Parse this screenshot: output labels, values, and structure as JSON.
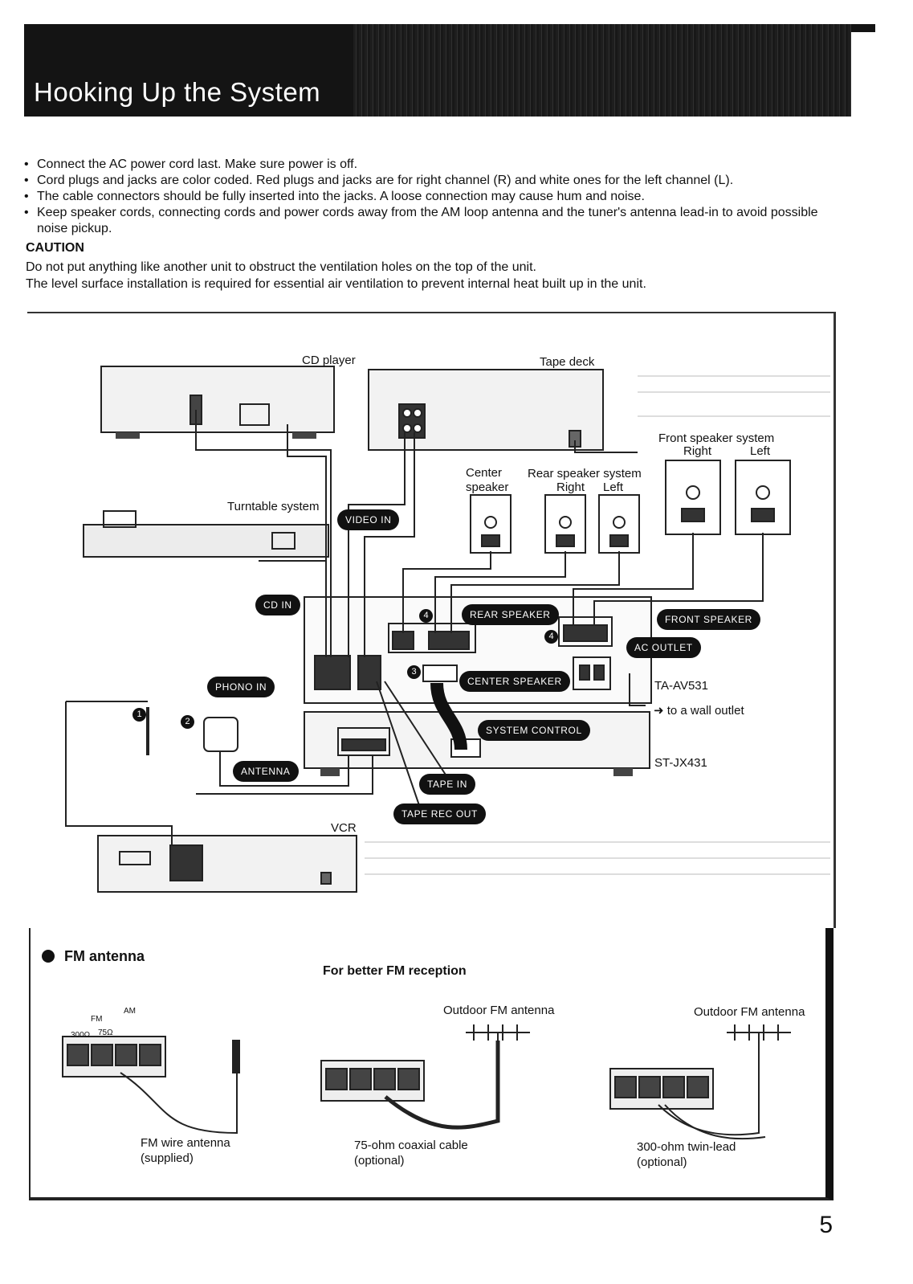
{
  "page": {
    "title": "Hooking Up the System",
    "page_number": "5"
  },
  "notes": {
    "bullets": [
      "Connect the AC power cord last.  Make sure power is off.",
      "Cord plugs and jacks are color coded.  Red plugs and jacks are for right channel (R) and white ones for the left channel (L).",
      "The cable connectors should be fully inserted into the jacks.  A loose connection may cause hum and noise.",
      "Keep speaker cords, connecting cords and power cords away from the AM loop antenna and the tuner's antenna lead-in to avoid possible noise pickup."
    ],
    "caution_heading": "CAUTION",
    "caution_lines": [
      "Do not put anything like another unit to obstruct the ventilation holes on the top of the unit.",
      "The level surface installation is required for essential air ventilation to prevent internal heat built up in the unit."
    ]
  },
  "diagram": {
    "devices": {
      "cd_player": "CD player",
      "tape_deck": "Tape deck",
      "turntable": "Turntable system",
      "center_speaker": "Center speaker",
      "rear_speaker_system": "Rear speaker system",
      "rear_right": "Right",
      "rear_left": "Left",
      "front_speaker_system": "Front speaker system",
      "front_right": "Right",
      "front_left": "Left",
      "amplifier": "TA-AV531",
      "tuner": "ST-JX431",
      "vcr": "VCR",
      "wall_outlet": "to a wall outlet"
    },
    "connection_labels": {
      "video_in": "VIDEO IN",
      "cd_in": "CD IN",
      "phono_in": "PHONO IN",
      "rear_speaker": "REAR SPEAKER",
      "front_speaker": "FRONT SPEAKER",
      "ac_outlet": "AC OUTLET",
      "center_speaker": "CENTER SPEAKER",
      "system_control": "SYSTEM CONTROL",
      "antenna": "ANTENNA",
      "tape_in": "TAPE IN",
      "tape_rec_out": "TAPE REC OUT"
    },
    "step_numbers": {
      "n1": "1",
      "n2": "2",
      "n3": "3",
      "n4a": "4",
      "n4b": "4"
    }
  },
  "fm_antenna": {
    "heading": "FM antenna",
    "subheading": "For better FM reception",
    "outdoor_label_1": "Outdoor FM antenna",
    "outdoor_label_2": "Outdoor FM antenna",
    "captions": [
      {
        "line1": "FM wire antenna",
        "line2": "(supplied)"
      },
      {
        "line1": "75-ohm coaxial cable",
        "line2": "(optional)"
      },
      {
        "line1": "300-ohm twin-lead",
        "line2": "(optional)"
      }
    ],
    "terminal_labels": {
      "fm": "FM",
      "am": "AM",
      "ohm300": "300Ω",
      "ohm75": "75Ω"
    }
  }
}
